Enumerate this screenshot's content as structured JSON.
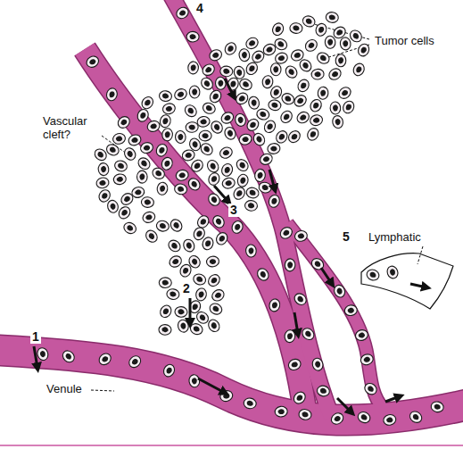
{
  "diagram": {
    "labels": [
      "4",
      "Tumor cells",
      "Vascular cleft?",
      "3",
      "5",
      "Lymphatic",
      "1",
      "2",
      "Venule"
    ]
  }
}
